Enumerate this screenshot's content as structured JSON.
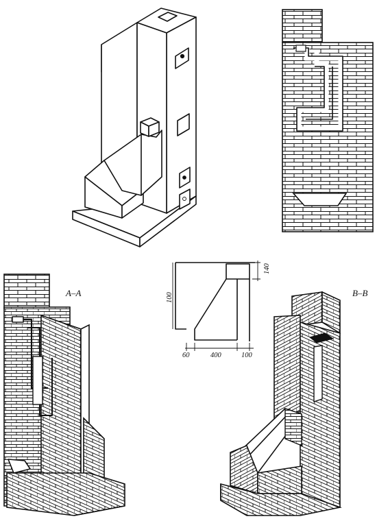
{
  "section_labels": {
    "a": "A–A",
    "b": "B–B"
  },
  "dimension_labels": {
    "height": "100",
    "top": "140",
    "left": "60",
    "middle": "400",
    "right": "100"
  }
}
